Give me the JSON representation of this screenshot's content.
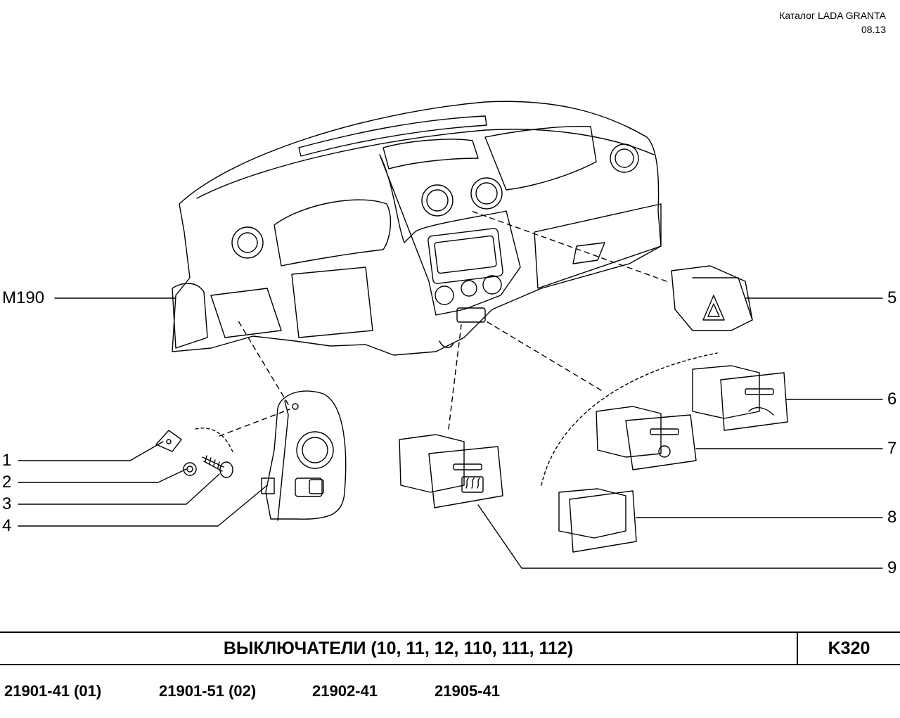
{
  "header": {
    "catalog": "Каталог  LADA  GRANTA",
    "date": "08.13"
  },
  "callouts": {
    "m190": "М190",
    "c1": "1",
    "c2": "2",
    "c3": "3",
    "c4": "4",
    "c5": "5",
    "c6": "6",
    "c7": "7",
    "c8": "8",
    "c9": "9"
  },
  "footer": {
    "title": "ВЫКЛЮЧАТЕЛИ (10, 11, 12, 110, 111, 112)",
    "code": "K320"
  },
  "models": [
    "21901-41 (01)",
    "21901-51 (02)",
    "21902-41",
    "21905-41"
  ]
}
